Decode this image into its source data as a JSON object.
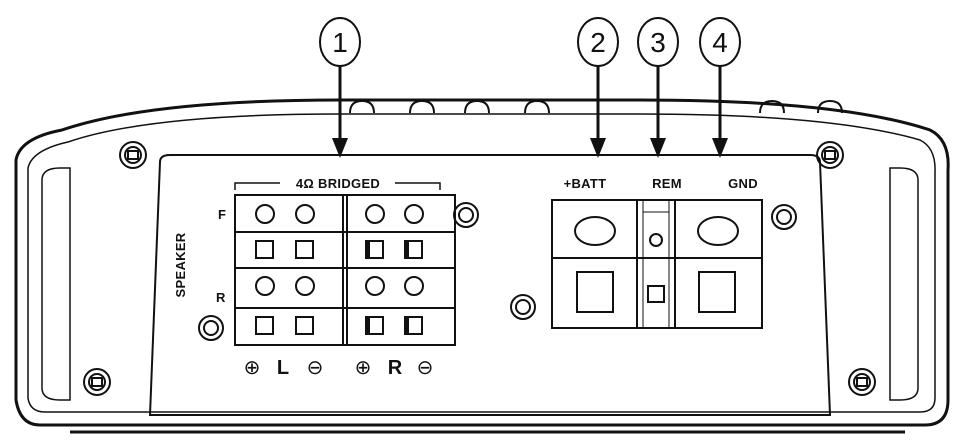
{
  "callouts": [
    "1",
    "2",
    "3",
    "4"
  ],
  "labels": {
    "bridged": "4Ω BRIDGED",
    "speaker": "SPEAKER",
    "front": "F",
    "rear": "R",
    "left": "L",
    "right": "R",
    "plus": "⊕",
    "minus": "⊖",
    "batt": "+BATT",
    "rem": "REM",
    "gnd": "GND"
  }
}
